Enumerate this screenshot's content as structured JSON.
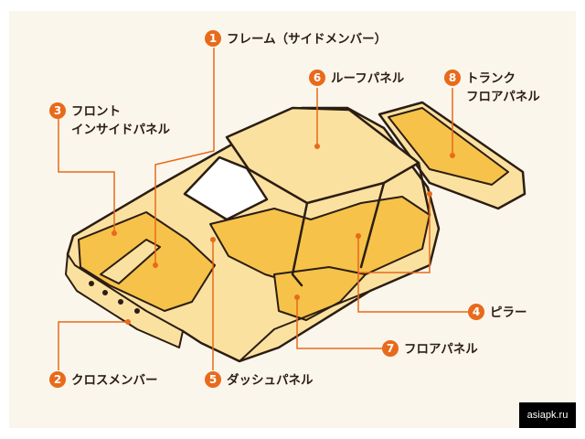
{
  "colors": {
    "accent": "#e86a1b",
    "body_fill": "#fbe1a0",
    "inner_fill": "#f6c24a",
    "outline": "#2b1d12"
  },
  "callouts": [
    {
      "number": "1",
      "label": "フレーム（サイドメンバー）"
    },
    {
      "number": "2",
      "label": "クロスメンバー"
    },
    {
      "number": "3",
      "label": "フロント\nインサイドパネル"
    },
    {
      "number": "4",
      "label": "ピラー"
    },
    {
      "number": "5",
      "label": "ダッシュパネル"
    },
    {
      "number": "6",
      "label": "ルーフパネル"
    },
    {
      "number": "7",
      "label": "フロアパネル"
    },
    {
      "number": "8",
      "label": "トランク\nフロアパネル"
    }
  ],
  "watermark": "asiapk.ru"
}
